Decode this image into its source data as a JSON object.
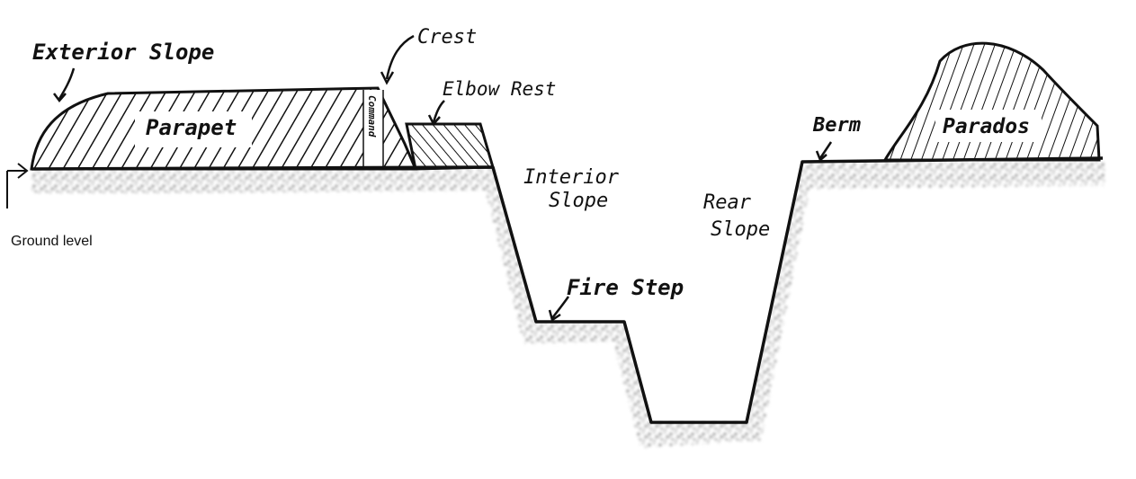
{
  "labels": {
    "exterior_slope": "Exterior Slope",
    "crest": "Crest",
    "elbow_rest": "Elbow Rest",
    "parapet": "Parapet",
    "command": "Command",
    "interior_slope_line1": "Interior",
    "interior_slope_line2": "Slope",
    "rear_slope_line1": "Rear",
    "rear_slope_line2": "Slope",
    "berm": "Berm",
    "parados": "Parados",
    "fire_step": "Fire Step",
    "ground_level": "Ground level"
  },
  "colors": {
    "ink": "#111111",
    "soil": "#6b6b6b",
    "background": "#ffffff"
  }
}
